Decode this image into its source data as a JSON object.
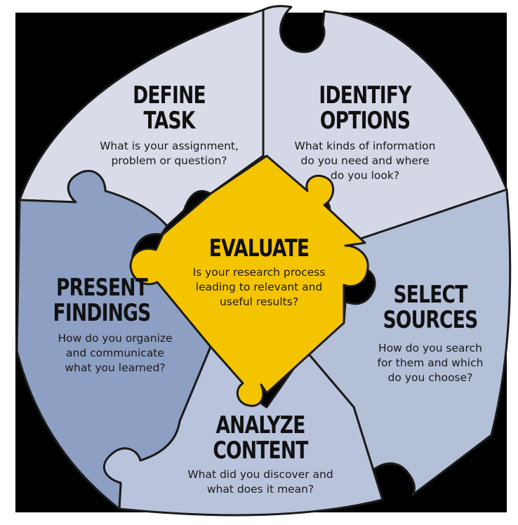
{
  "colors": {
    "background": "#000000",
    "piece_light": "#d9dce8",
    "piece_mid": "#b4bfd8",
    "piece_dark": "#8d9fc3",
    "center": "#f5c400",
    "outline": "#1b1b1b"
  },
  "steps": {
    "define_task": {
      "title": [
        "DEFINE",
        "TASK"
      ],
      "description": [
        "What is your assignment,",
        "problem or question?"
      ]
    },
    "identify_options": {
      "title": [
        "IDENTIFY",
        "OPTIONS"
      ],
      "description": [
        "What kinds of information",
        "do you need and where",
        "do you look?"
      ]
    },
    "select_sources": {
      "title": [
        "SELECT",
        "SOURCES"
      ],
      "description": [
        "How do you search",
        "for them and which",
        "do you choose?"
      ]
    },
    "analyze_content": {
      "title": [
        "ANALYZE",
        "CONTENT"
      ],
      "description": [
        "What did you discover and",
        "what does it mean?"
      ]
    },
    "present_findings": {
      "title": [
        "PRESENT",
        "FINDINGS"
      ],
      "description": [
        "How do you organize",
        "and communicate",
        "what you learned?"
      ]
    },
    "evaluate": {
      "title": [
        "EVALUATE"
      ],
      "description": [
        "Is your research process",
        "leading to relevant and",
        "useful results?"
      ]
    }
  }
}
